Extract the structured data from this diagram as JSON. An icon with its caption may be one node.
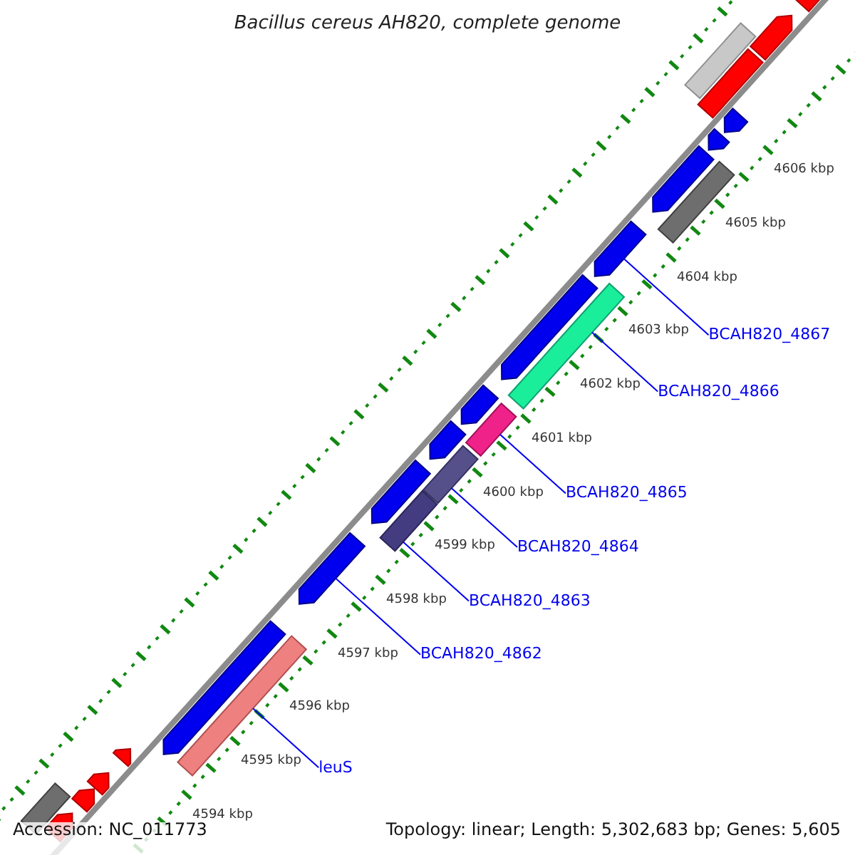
{
  "diagram": {
    "title": "Bacillus cereus AH820, complete genome",
    "nodes": [
      {
        "text": [],
        "shape": "arrow"
      },
      {
        "text": [],
        "shape": "arrow"
      },
      {
        "text": [],
        "shape": "bar"
      },
      {
        "text": [],
        "shape": "bar"
      },
      {
        "text": [],
        "shape": "arrow"
      },
      {
        "text": [],
        "shape": "arrow"
      },
      {
        "text": [],
        "shape": "bar"
      },
      {
        "text": [],
        "shape": "arrow"
      },
      {
        "text": [],
        "shape": "arrow"
      },
      {
        "text": [
          "BCAH820_4867"
        ]
      },
      {
        "text": [],
        "shape": "arrow"
      },
      {
        "text": [],
        "shape": "bar"
      },
      {
        "text": [
          "BCAH820_4866"
        ]
      },
      {
        "text": [],
        "shape": "arrow"
      },
      {
        "text": [],
        "shape": "bar"
      },
      {
        "text": [
          "BCAH820_4865"
        ]
      },
      {
        "text": [],
        "shape": "arrow"
      },
      {
        "text": [],
        "shape": "bar"
      },
      {
        "text": [],
        "shape": "arrow"
      },
      {
        "text": [],
        "shape": "bar"
      },
      {
        "text": [
          "BCAH820_4864"
        ]
      },
      {
        "text": [
          "BCAH820_4863"
        ]
      },
      {
        "text": [],
        "shape": "arrow"
      },
      {
        "text": [
          "BCAH820_4862"
        ]
      },
      {
        "text": [],
        "shape": "arrow"
      },
      {
        "text": [],
        "shape": "bar"
      },
      {
        "text": [
          "leuS"
        ]
      },
      {
        "text": [],
        "shape": "arrow"
      },
      {
        "text": [],
        "shape": "arrow"
      },
      {
        "text": [],
        "shape": "arrow"
      },
      {
        "text": [],
        "shape": "arrow"
      },
      {
        "text": [],
        "shape": "bar"
      }
    ],
    "edges": [
      {
        "from": 9,
        "to": 8,
        "arrow": "none"
      },
      {
        "from": 12,
        "to": 11,
        "arrow": "none"
      },
      {
        "from": 15,
        "to": 14,
        "arrow": "none"
      },
      {
        "from": 20,
        "to": 17,
        "arrow": "none"
      },
      {
        "from": 21,
        "to": 19,
        "arrow": "none"
      },
      {
        "from": 23,
        "to": 22,
        "arrow": "none"
      },
      {
        "from": 26,
        "to": 25,
        "arrow": "none"
      }
    ],
    "labels": [
      "4606 kbp",
      "4605 kbp",
      "4604 kbp",
      "4603 kbp",
      "4602 kbp",
      "4601 kbp",
      "4600 kbp",
      "4599 kbp",
      "4598 kbp",
      "4597 kbp",
      "4596 kbp",
      "4595 kbp",
      "4594 kbp",
      "Accession: NC_011773",
      "Topology: linear; Length: 5,302,683 bp; Genes: 5,605"
    ]
  }
}
